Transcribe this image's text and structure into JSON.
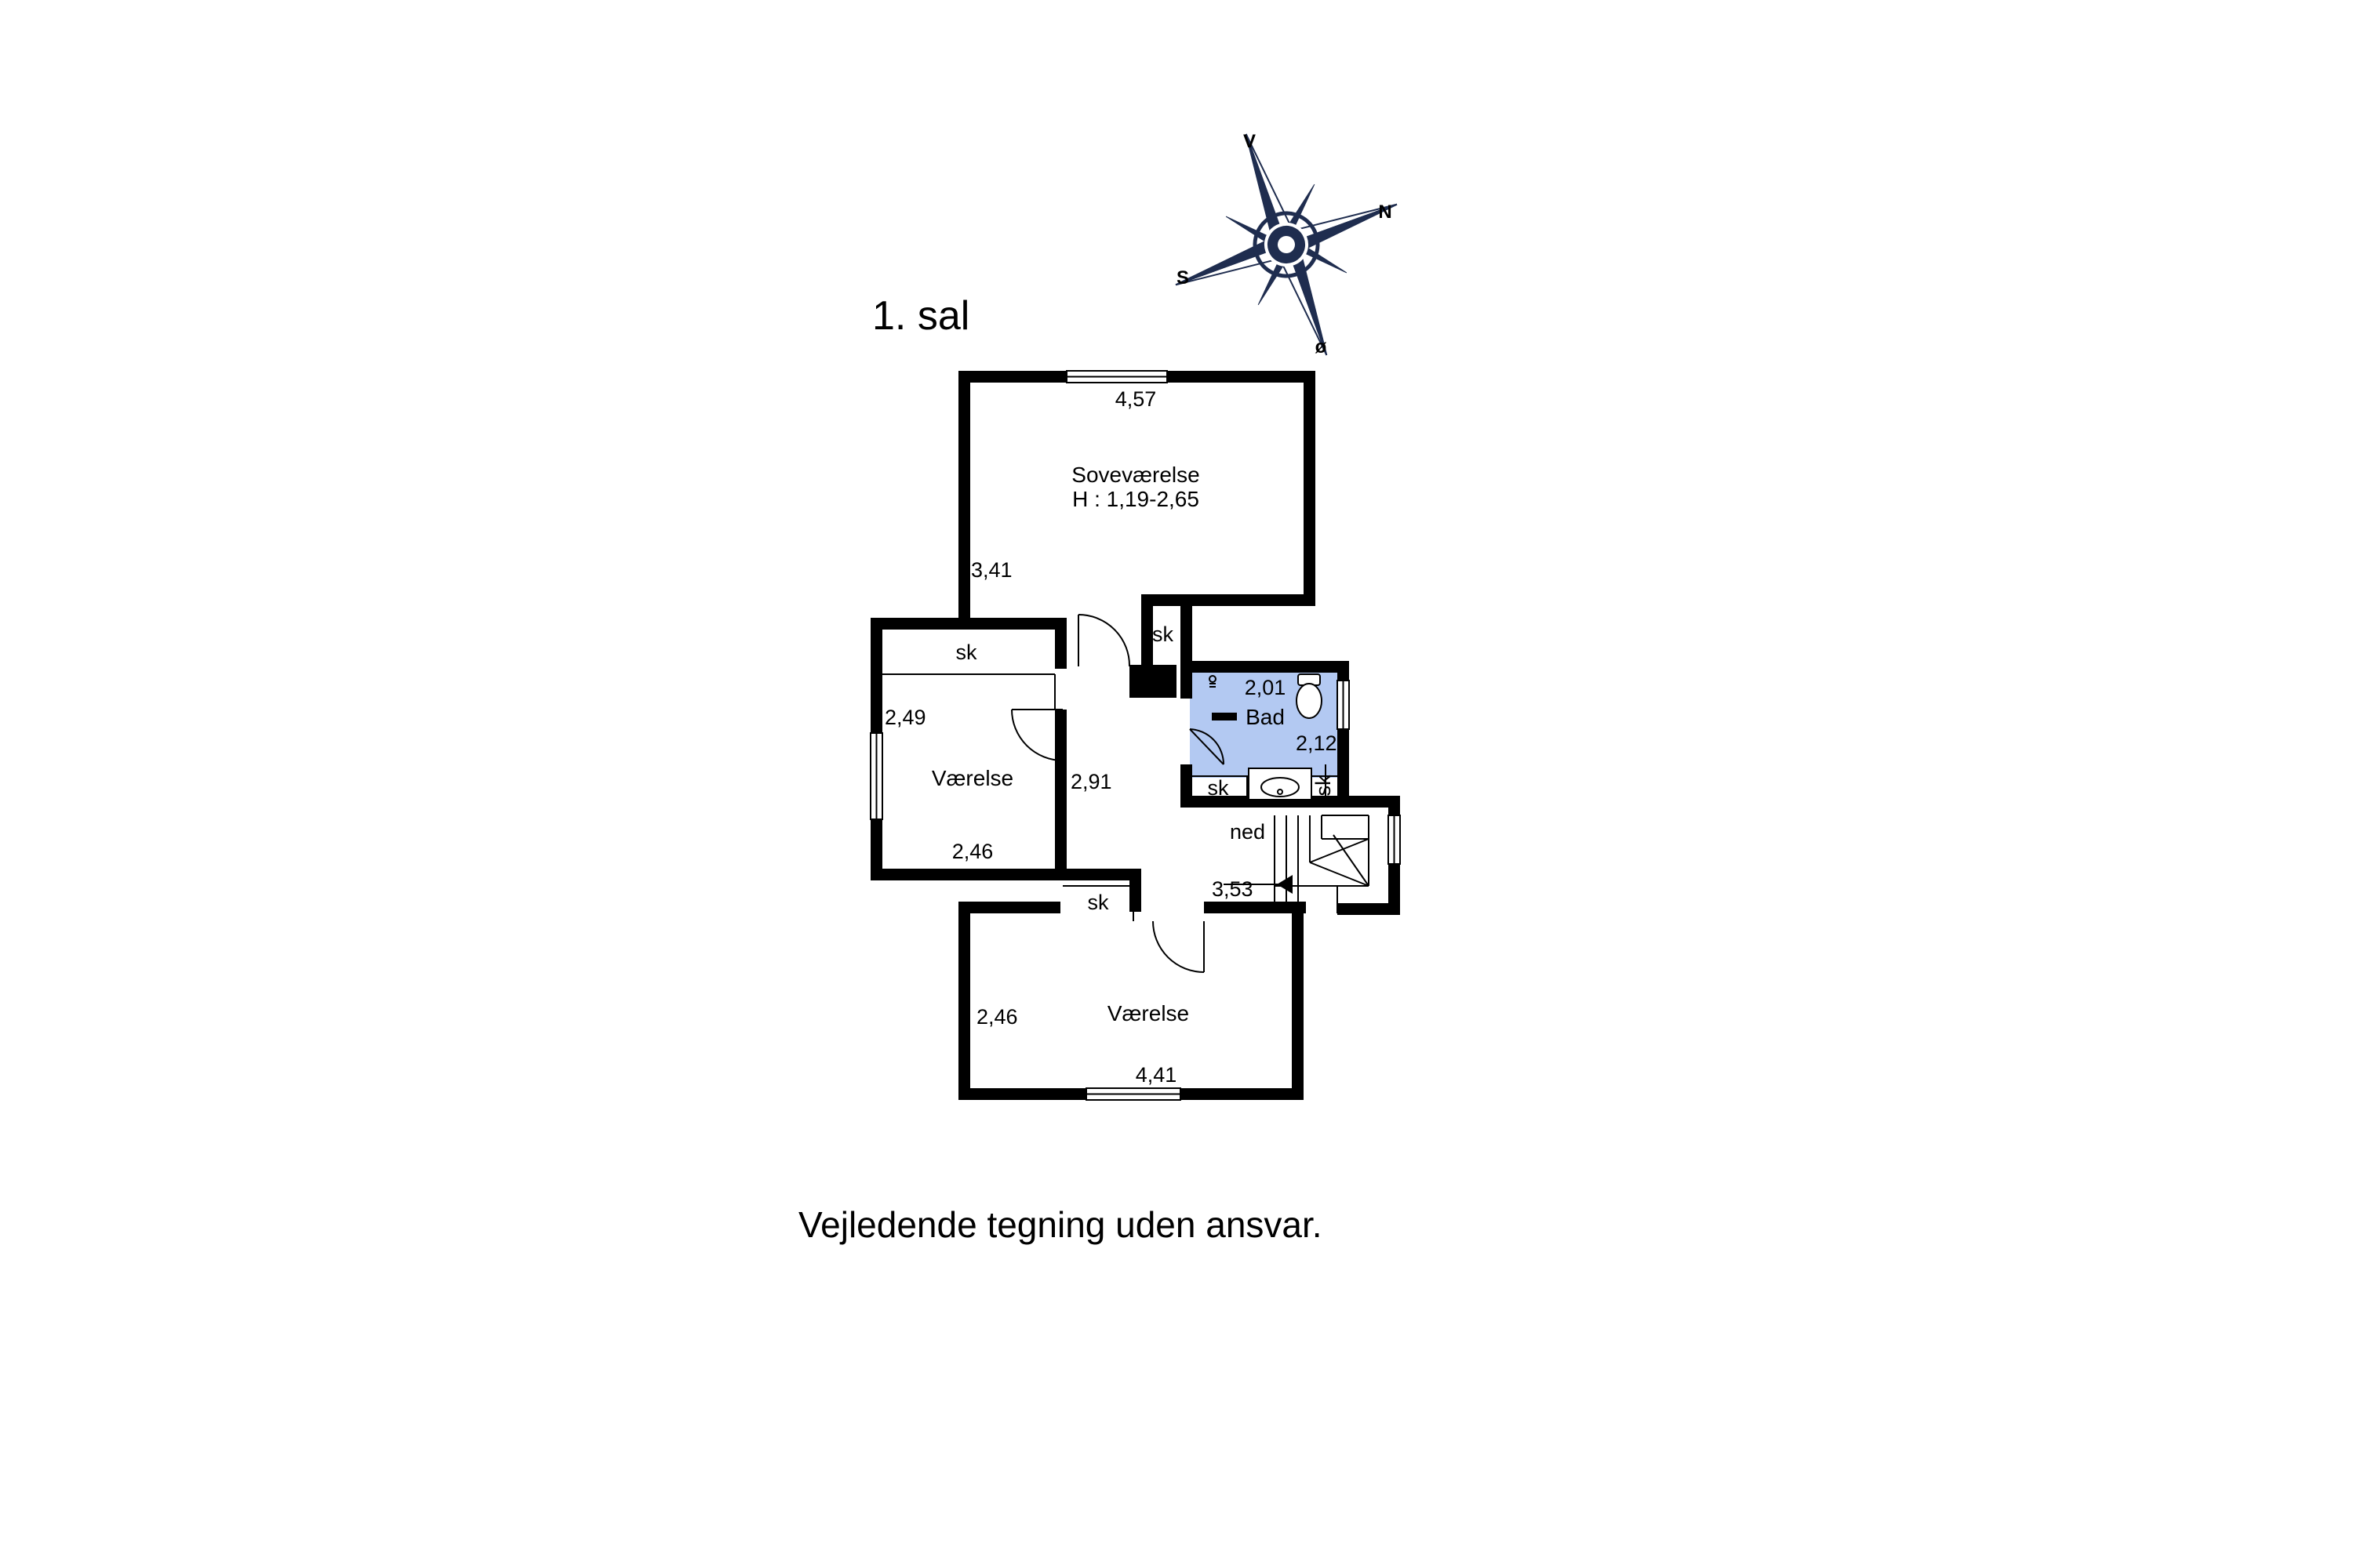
{
  "floor": {
    "title": "1. sal"
  },
  "compass": {
    "north": "N",
    "south": "S",
    "east": "ø",
    "west": "V",
    "color": "#1f2d4f"
  },
  "rooms": {
    "bedroom": {
      "name": "Soveværelse",
      "height": "H : 1,19-2,65",
      "width": "4,57",
      "depth": "3,41"
    },
    "room_left": {
      "name": "Værelse",
      "depth": "2,49",
      "width": "2,46",
      "closet": "sk"
    },
    "room_bottom": {
      "name": "Værelse",
      "depth": "2,46",
      "width": "4,41",
      "closet": "sk"
    },
    "bath": {
      "name": "Bad",
      "width": "2,01",
      "depth": "2,12",
      "closet_left": "sk",
      "closet_right": "sk",
      "color": "#b3c9f2"
    },
    "hall": {
      "depth": "2,91",
      "closet": "sk"
    },
    "stairs": {
      "label": "ned",
      "length": "3,53"
    }
  },
  "disclaimer": "Vejledende tegning uden ansvar.",
  "colors": {
    "wall": "#000000",
    "background": "#ffffff"
  }
}
